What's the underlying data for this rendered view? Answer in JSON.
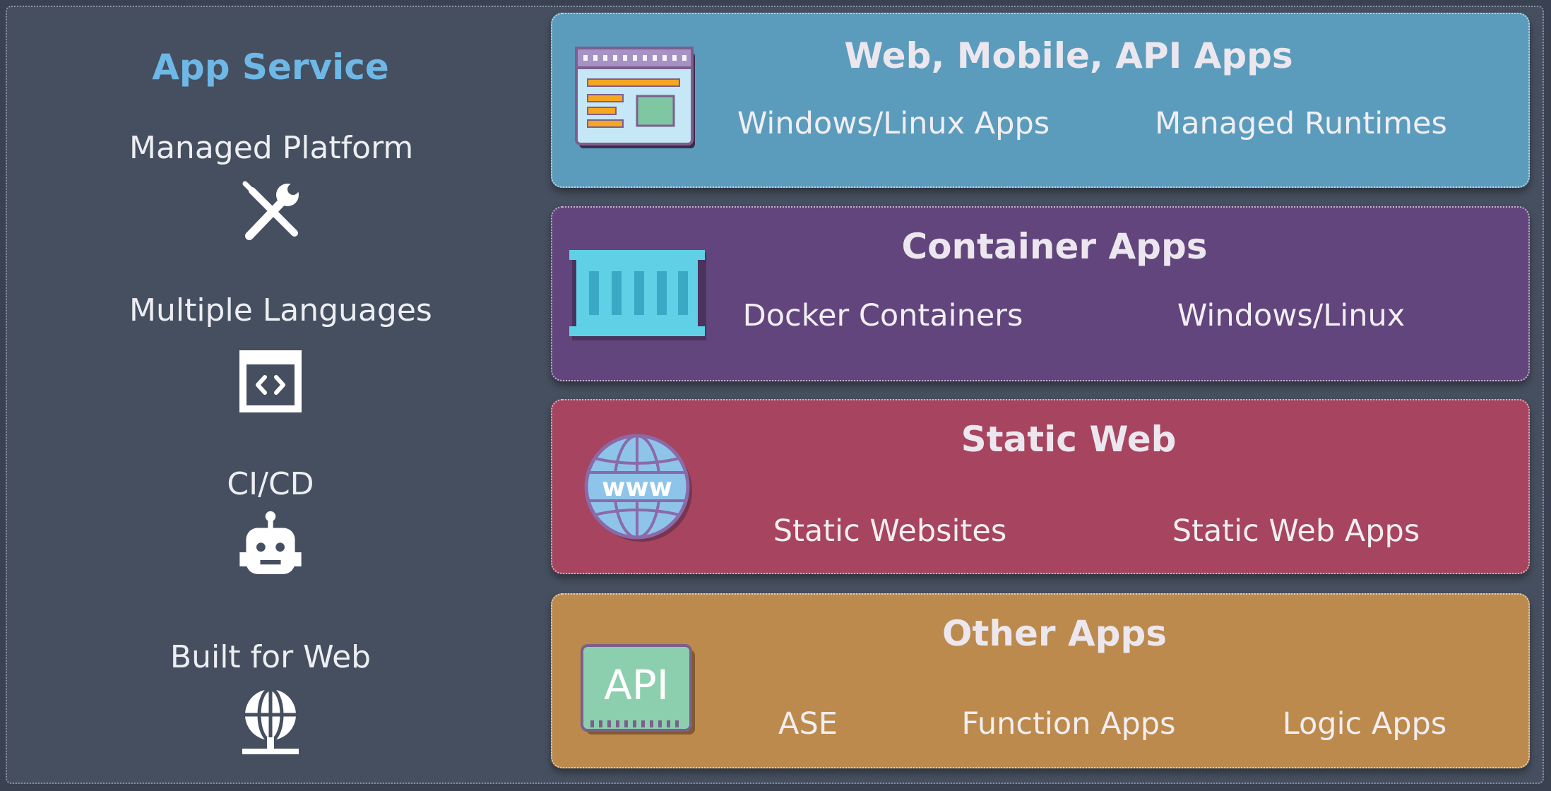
{
  "left": {
    "title": "App Service",
    "features": [
      {
        "label": "Managed Platform",
        "icon": "tools-icon"
      },
      {
        "label": "Multiple Languages",
        "icon": "code-window-icon"
      },
      {
        "label": "CI/CD",
        "icon": "robot-icon"
      },
      {
        "label": "Built for Web",
        "icon": "web-globe-icon"
      }
    ]
  },
  "panels": [
    {
      "title": "Web, Mobile, API Apps",
      "icon": "web-app-window-icon",
      "color": "#5b9cbd",
      "items": [
        "Windows/Linux Apps",
        "Managed Runtimes"
      ]
    },
    {
      "title": "Container Apps",
      "icon": "shipping-container-icon",
      "color": "#61457c",
      "items": [
        "Docker Containers",
        "Windows/Linux"
      ]
    },
    {
      "title": "Static Web",
      "icon": "www-globe-icon",
      "color": "#a7445f",
      "items": [
        "Static Websites",
        "Static Web Apps"
      ]
    },
    {
      "title": "Other Apps",
      "icon": "api-chip-icon",
      "color": "#bc8a4c",
      "items": [
        "ASE",
        "Function Apps",
        "Logic Apps"
      ]
    }
  ]
}
